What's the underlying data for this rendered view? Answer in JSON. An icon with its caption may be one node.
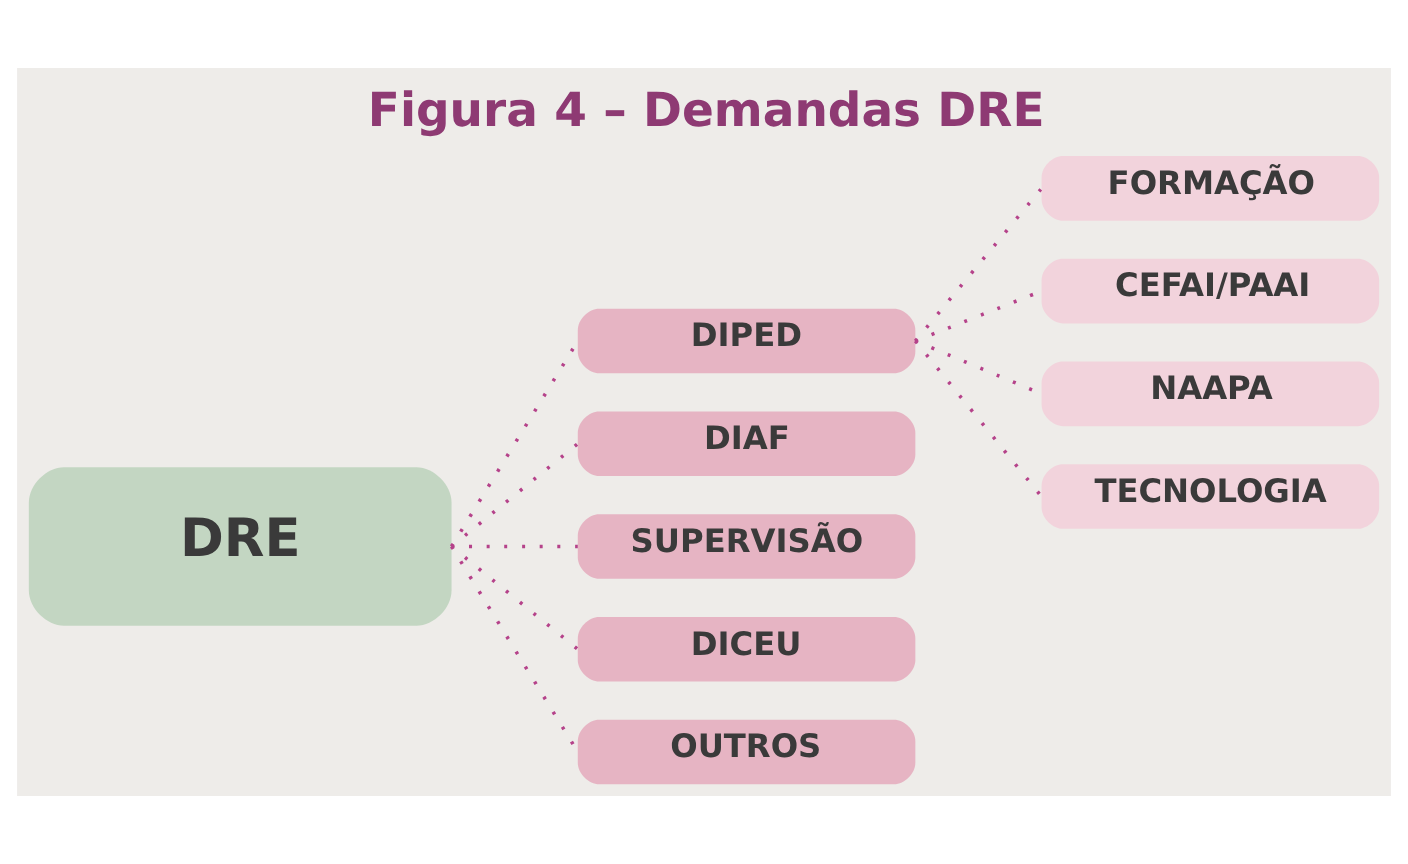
{
  "diagram": {
    "title": "Figura 4 – Demandas DRE",
    "nodes": [
      {
        "text": [
          "DRE"
        ]
      },
      {
        "text": [
          "DIPED"
        ]
      },
      {
        "text": [
          "DIAF"
        ]
      },
      {
        "text": [
          "SUPERVISÃO"
        ]
      },
      {
        "text": [
          "DICEU"
        ]
      },
      {
        "text": [
          "OUTROS"
        ]
      },
      {
        "text": [
          "FORMAÇÃO"
        ]
      },
      {
        "text": [
          "CEFAI/PAAI"
        ]
      },
      {
        "text": [
          "NAAPA"
        ]
      },
      {
        "text": [
          "TECNOLOGIA"
        ]
      }
    ],
    "edges": [
      {
        "from": 0,
        "to": 1,
        "arrow": "none"
      },
      {
        "from": 0,
        "to": 2,
        "arrow": "none"
      },
      {
        "from": 0,
        "to": 3,
        "arrow": "none"
      },
      {
        "from": 0,
        "to": 4,
        "arrow": "none"
      },
      {
        "from": 0,
        "to": 5,
        "arrow": "none"
      },
      {
        "from": 1,
        "to": 6,
        "arrow": "none"
      },
      {
        "from": 1,
        "to": 7,
        "arrow": "none"
      },
      {
        "from": 1,
        "to": 8,
        "arrow": "none"
      },
      {
        "from": 1,
        "to": 9,
        "arrow": "none"
      }
    ]
  }
}
